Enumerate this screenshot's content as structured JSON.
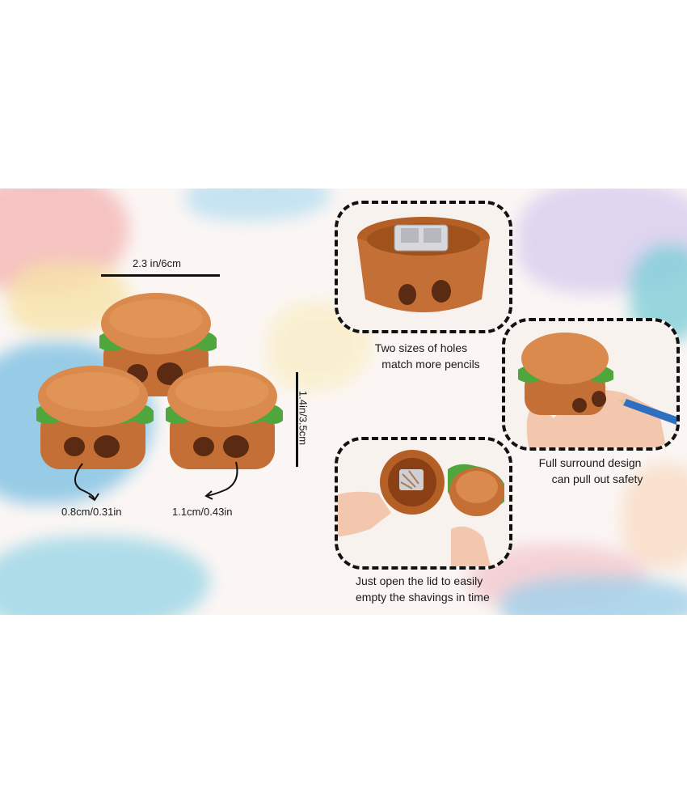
{
  "dimensions": {
    "width": "2.3 in/6cm",
    "height": "1.4in/3.5cm",
    "small_hole": "0.8cm/0.31in",
    "large_hole": "1.1cm/0.43in"
  },
  "captions": {
    "holes_line1": "Two sizes of holes",
    "holes_line2": "match more pencils",
    "surround_line1": "Full surround design",
    "surround_line2": "can pull out safety",
    "lid_line1": "Just open the lid to easily",
    "lid_line2": "empty the shavings in time"
  },
  "colors": {
    "bun": "#c46f35",
    "bun_top": "#d98a4c",
    "lettuce": "#4fa63c",
    "hole": "#5a2a12",
    "outline": "#111111"
  }
}
